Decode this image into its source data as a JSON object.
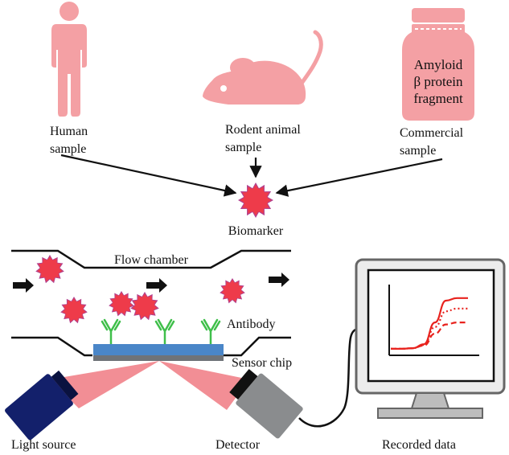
{
  "sources": {
    "human": {
      "line1": "Human",
      "line2": "sample"
    },
    "rodent": {
      "line1": "Rodent animal",
      "line2": "sample"
    },
    "commercial": {
      "line1": "Commercial",
      "line2": "sample"
    },
    "bottle_text": {
      "line1": "Amyloid",
      "line2": "β protein",
      "line3": "fragment"
    }
  },
  "biomarker_label": "Biomarker",
  "setup": {
    "flow_chamber": "Flow chamber",
    "antibody": "Antibody",
    "sensor_chip": "Sensor chip",
    "light_source": "Light source",
    "detector": "Detector",
    "recorded_data": "Recorded data"
  },
  "colors": {
    "pink": "#f4a0a4",
    "biomarker": "#ee3b4a",
    "biomarker_spikes": "#b2418f",
    "antibody": "#3fbf4a",
    "chip_blue": "#4a86c8",
    "chip_gray": "#6f7378",
    "light_source": "#13206b",
    "detector": "#8a8c8e",
    "beam": "#f07a82",
    "curve": "#e8231e"
  },
  "chart_data": {
    "type": "line",
    "title": "",
    "xlabel": "",
    "ylabel": "",
    "series": [
      {
        "style": "solid",
        "values": [
          0.05,
          0.05,
          0.06,
          0.12,
          0.45,
          0.78,
          0.82,
          0.82
        ]
      },
      {
        "style": "dotted",
        "values": [
          0.05,
          0.05,
          0.06,
          0.11,
          0.38,
          0.62,
          0.66,
          0.66
        ]
      },
      {
        "style": "dashed",
        "values": [
          0.05,
          0.05,
          0.06,
          0.1,
          0.28,
          0.42,
          0.45,
          0.45
        ]
      }
    ]
  }
}
